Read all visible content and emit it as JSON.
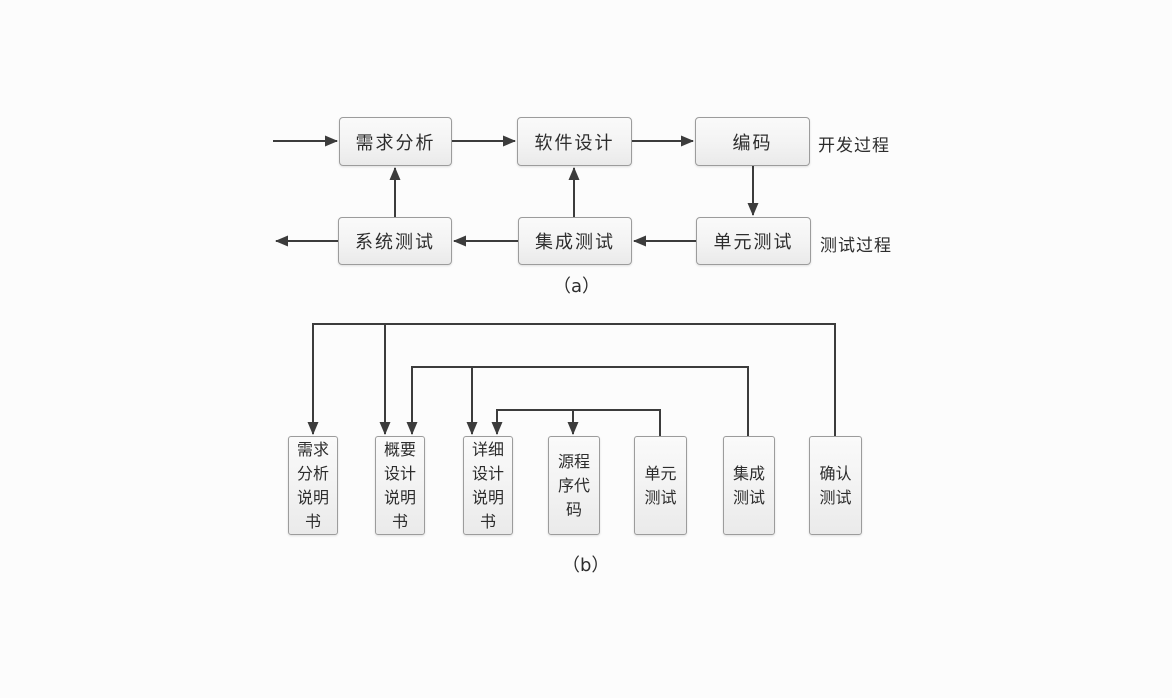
{
  "diagram_a": {
    "caption": "（a）",
    "side_labels": {
      "development_process": "开发过程",
      "testing_process": "测试过程"
    },
    "boxes": [
      {
        "id": "requirements-analysis",
        "label": "需求分析"
      },
      {
        "id": "software-design",
        "label": "软件设计"
      },
      {
        "id": "coding",
        "label": "编码"
      },
      {
        "id": "system-testing",
        "label": "系统测试"
      },
      {
        "id": "integration-testing",
        "label": "集成测试"
      },
      {
        "id": "unit-testing",
        "label": "单元测试"
      }
    ]
  },
  "diagram_b": {
    "caption": "（b）",
    "boxes": [
      {
        "id": "requirements-spec",
        "label": "需求分析说明书"
      },
      {
        "id": "outline-design-spec",
        "label": "概要设计说明书"
      },
      {
        "id": "detailed-design-spec",
        "label": "详细设计说明书"
      },
      {
        "id": "source-code",
        "label": "源程序代码"
      },
      {
        "id": "unit-test",
        "label": "单元测试"
      },
      {
        "id": "integration-test",
        "label": "集成测试"
      },
      {
        "id": "acceptance-test",
        "label": "确认测试"
      }
    ]
  },
  "colors": {
    "background": "#fcfcfc",
    "line": "#3c3c3c",
    "box_border": "#9c9c9c",
    "box_fill_top": "#fafafa",
    "box_fill_bottom": "#eaeaea",
    "text": "#2d2d2d"
  }
}
